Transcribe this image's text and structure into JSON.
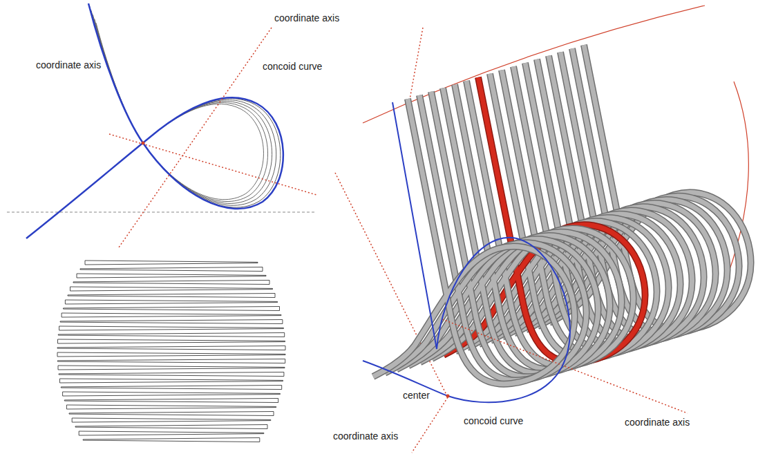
{
  "diagram": {
    "labels": [
      "coordinate axis",
      "concoid curve",
      "coordinate axis",
      "center",
      "concoid curve",
      "coordinate axis",
      "coordinate axis"
    ]
  }
}
